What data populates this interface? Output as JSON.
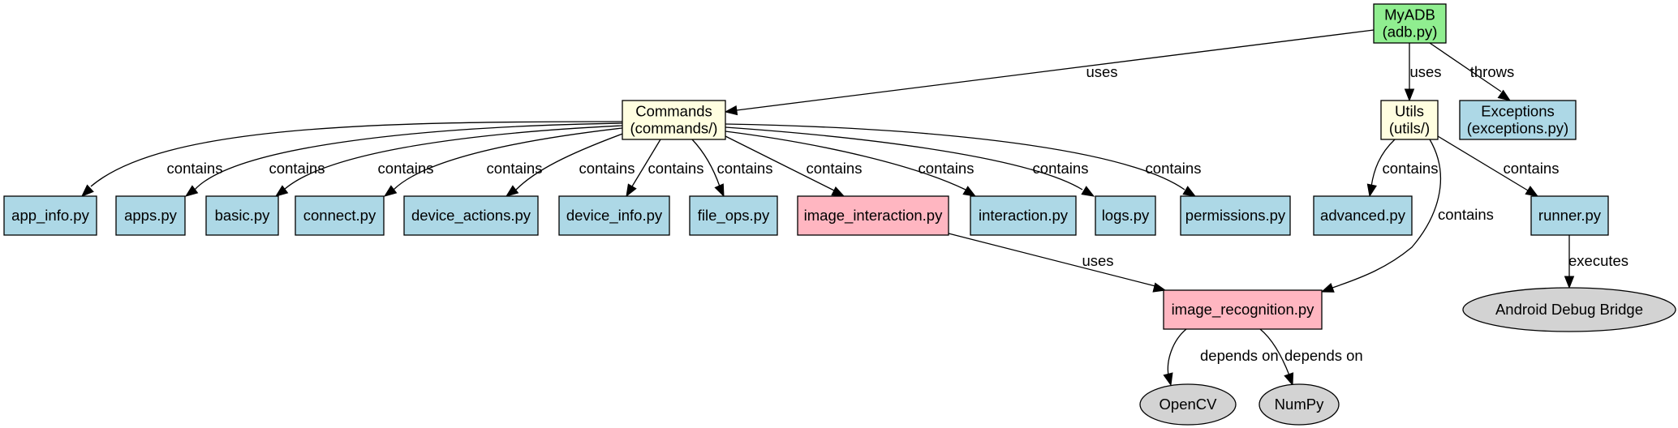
{
  "colors": {
    "root": "#90ee90",
    "group": "#fffee0",
    "module": "#add8e6",
    "image": "#ffb6c1",
    "external": "#d3d3d3"
  },
  "nodes": {
    "myadb": [
      "MyADB",
      "(adb.py)"
    ],
    "commands": [
      "Commands",
      "(commands/)"
    ],
    "utils": [
      "Utils",
      "(utils/)"
    ],
    "exceptions": [
      "Exceptions",
      "(exceptions.py)"
    ],
    "app_info": [
      "app_info.py"
    ],
    "apps": [
      "apps.py"
    ],
    "basic": [
      "basic.py"
    ],
    "connect": [
      "connect.py"
    ],
    "device_actions": [
      "device_actions.py"
    ],
    "device_info": [
      "device_info.py"
    ],
    "file_ops": [
      "file_ops.py"
    ],
    "image_interaction": [
      "image_interaction.py"
    ],
    "interaction": [
      "interaction.py"
    ],
    "logs": [
      "logs.py"
    ],
    "permissions": [
      "permissions.py"
    ],
    "advanced": [
      "advanced.py"
    ],
    "runner": [
      "runner.py"
    ],
    "image_recognition": [
      "image_recognition.py"
    ],
    "adb_bridge": [
      "Android Debug Bridge"
    ],
    "opencv": [
      "OpenCV"
    ],
    "numpy": [
      "NumPy"
    ]
  },
  "edges": {
    "myadb_commands": "uses",
    "myadb_utils": "uses",
    "myadb_exceptions": "throws",
    "commands_app_info": "contains",
    "commands_apps": "contains",
    "commands_basic": "contains",
    "commands_connect": "contains",
    "commands_device_actions": "contains",
    "commands_device_info": "contains",
    "commands_file_ops": "contains",
    "commands_image_interaction": "contains",
    "commands_interaction": "contains",
    "commands_logs": "contains",
    "commands_permissions": "contains",
    "utils_advanced": "contains",
    "utils_image_recognition": "contains",
    "utils_runner": "contains",
    "image_interaction_image_recognition": "uses",
    "runner_adb_bridge": "executes",
    "image_recognition_opencv": "depends on",
    "image_recognition_numpy": "depends on"
  }
}
